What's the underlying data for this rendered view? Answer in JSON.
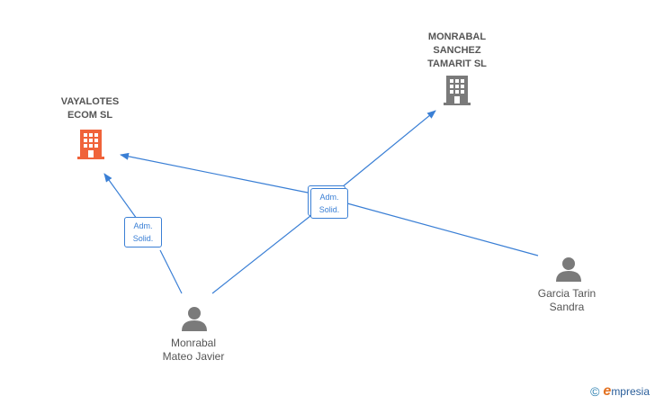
{
  "colors": {
    "edge": "#3a7fd5",
    "company_main": "#f0633a",
    "company_other": "#7a7a7a",
    "person": "#7a7a7a"
  },
  "nodes": {
    "vayalotes": {
      "label": "VAYALOTES\nECOM  SL",
      "icon": "building-icon"
    },
    "monrabal_sanchez": {
      "label": "MONRABAL\nSANCHEZ\nTAMARIT  SL",
      "icon": "building-icon"
    },
    "monrabal_mateo": {
      "label": "Monrabal\nMateo Javier",
      "icon": "person-icon"
    },
    "garcia_tarin": {
      "label": "Garcia Tarin\nSandra",
      "icon": "person-icon"
    }
  },
  "edges": {
    "left_label": "Adm.\nSolid.",
    "center_label": "Adm.\nSolid."
  },
  "watermark": {
    "copyright": "©",
    "brand_initial": "e",
    "brand_rest": "mpresia"
  }
}
